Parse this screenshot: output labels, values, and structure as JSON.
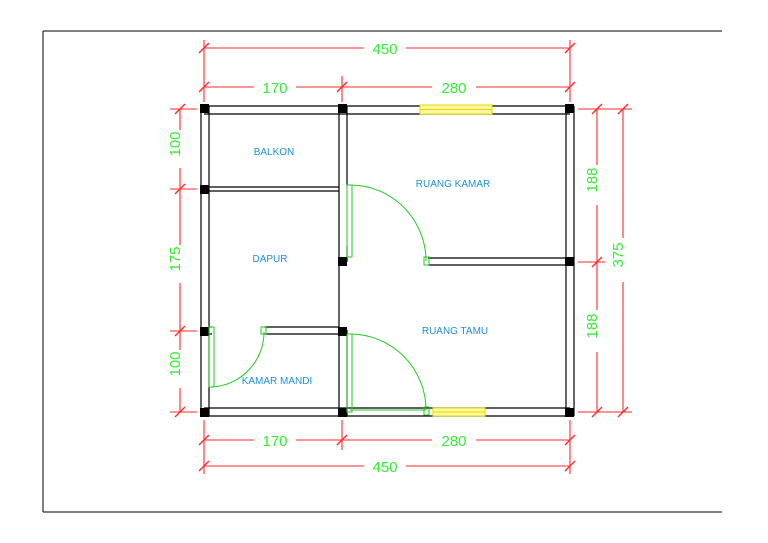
{
  "dimensions": {
    "top_total": "450",
    "top_left": "170",
    "top_right": "280",
    "bottom_left": "170",
    "bottom_right": "280",
    "bottom_total": "450",
    "left_top": "100",
    "left_middle": "175",
    "left_bottom": "100",
    "right_top": "188",
    "right_bottom": "188",
    "right_total": "375"
  },
  "rooms": {
    "balkon": "BALKON",
    "dapur": "DAPUR",
    "kamar_mandi": "KAMAR MANDI",
    "ruang_kamar": "RUANG KAMAR",
    "ruang_tamu": "RUANG TAMU"
  },
  "colors": {
    "dimension_line": "#ff2a2a",
    "dimension_text": "#33ee33",
    "room_label": "#1f8fd8",
    "door": "#22cc22",
    "window": "#e6d800",
    "wall": "#000000"
  }
}
